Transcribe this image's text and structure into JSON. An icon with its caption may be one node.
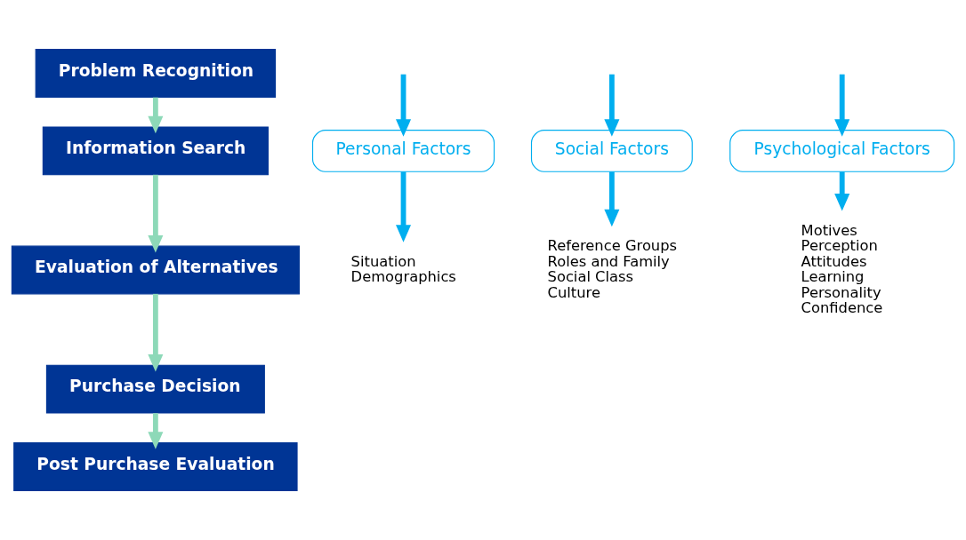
{
  "diagram": {
    "nodes": [
      {
        "text": [
          "Problem Recognition"
        ]
      },
      {
        "text": [
          "Information Search"
        ]
      },
      {
        "text": [
          "Evaluation of Alternatives"
        ]
      },
      {
        "text": [
          "Purchase Decision"
        ]
      },
      {
        "text": [
          "Post Purchase Evaluation"
        ]
      },
      {
        "text": [
          "Personal Factors"
        ]
      },
      {
        "text": [
          "Social Factors"
        ]
      },
      {
        "text": [
          "Psychological Factors"
        ]
      },
      {
        "text": [
          "Situation",
          "Demographics"
        ]
      },
      {
        "text": [
          "Reference Groups",
          "Roles and Family",
          "Social Class",
          "Culture"
        ]
      },
      {
        "text": [
          "Motives",
          "Perception",
          "Attitudes",
          "Learning",
          "Personality",
          "Confidence"
        ]
      }
    ],
    "edges": [
      {
        "from": 0,
        "to": 1,
        "arrow": "to",
        "color": "#8dd9b8"
      },
      {
        "from": 1,
        "to": 2,
        "arrow": "to",
        "color": "#8dd9b8"
      },
      {
        "from": 2,
        "to": 3,
        "arrow": "to",
        "color": "#8dd9b8"
      },
      {
        "from": 3,
        "to": 4,
        "arrow": "to",
        "color": "#8dd9b8"
      },
      {
        "from": null,
        "to": 5,
        "arrow": "to",
        "color": "#00aeef"
      },
      {
        "from": 5,
        "to": 8,
        "arrow": "to",
        "color": "#00aeef"
      },
      {
        "from": null,
        "to": 6,
        "arrow": "to",
        "color": "#00aeef"
      },
      {
        "from": 6,
        "to": 9,
        "arrow": "to",
        "color": "#00aeef"
      },
      {
        "from": null,
        "to": 7,
        "arrow": "to",
        "color": "#00aeef"
      },
      {
        "from": 7,
        "to": 10,
        "arrow": "to",
        "color": "#00aeef"
      }
    ]
  }
}
